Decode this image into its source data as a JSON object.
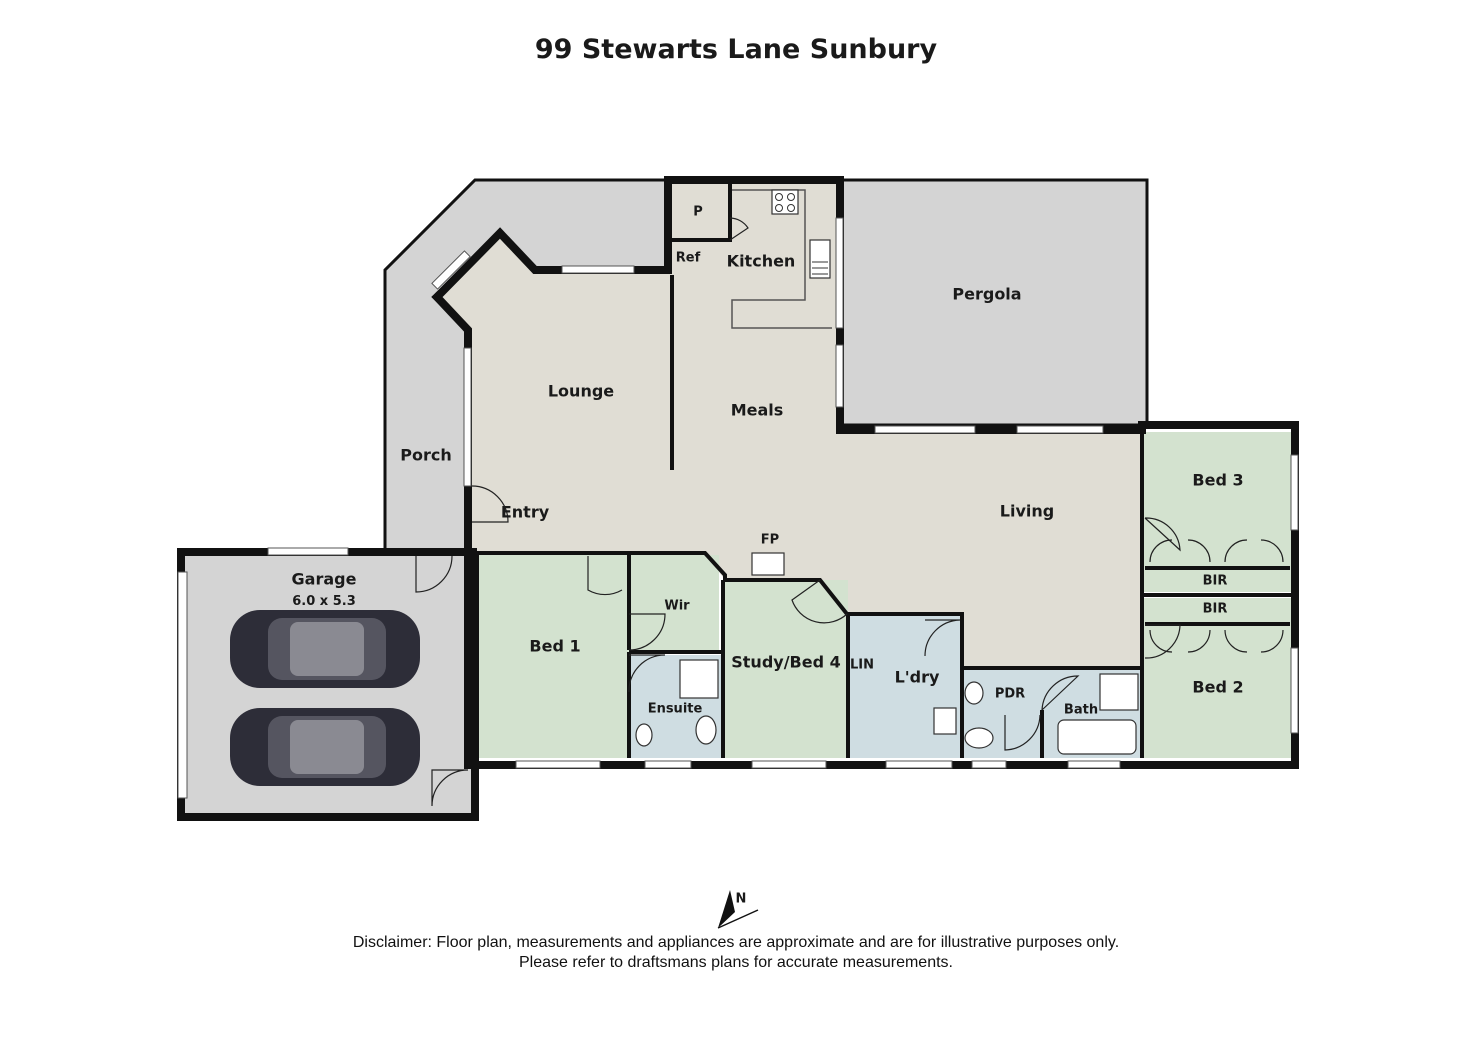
{
  "title": "99 Stewarts Lane Sunbury",
  "rooms": {
    "pergola": "Pergola",
    "porch": "Porch",
    "lounge": "Lounge",
    "entry": "Entry",
    "kitchen": "Kitchen",
    "pantry": "P",
    "ref": "Ref",
    "meals": "Meals",
    "living": "Living",
    "fp": "FP",
    "bed3": "Bed 3",
    "bir_bed3": "BIR",
    "bir_bed2": "BIR",
    "bed2": "Bed 2",
    "garage": "Garage",
    "garage_dims": "6.0 x 5.3",
    "bed1": "Bed 1",
    "wir": "Wir",
    "ensuite": "Ensuite",
    "study": "Study/Bed 4",
    "lin": "LIN",
    "laundry": "L'dry",
    "pdr": "PDR",
    "bath": "Bath"
  },
  "compass": {
    "label": "N"
  },
  "disclaimer": {
    "line1": "Disclaimer: Floor plan, measurements and appliances are approximate and are for illustrative purposes only.",
    "line2": "Please refer to draftsmans plans for accurate measurements."
  },
  "colors": {
    "outdoor": "#d4d4d4",
    "living_areas": "#e0ddd4",
    "bedrooms": "#d3e2cf",
    "wet_areas": "#cfdde2",
    "walls": "#111111"
  }
}
